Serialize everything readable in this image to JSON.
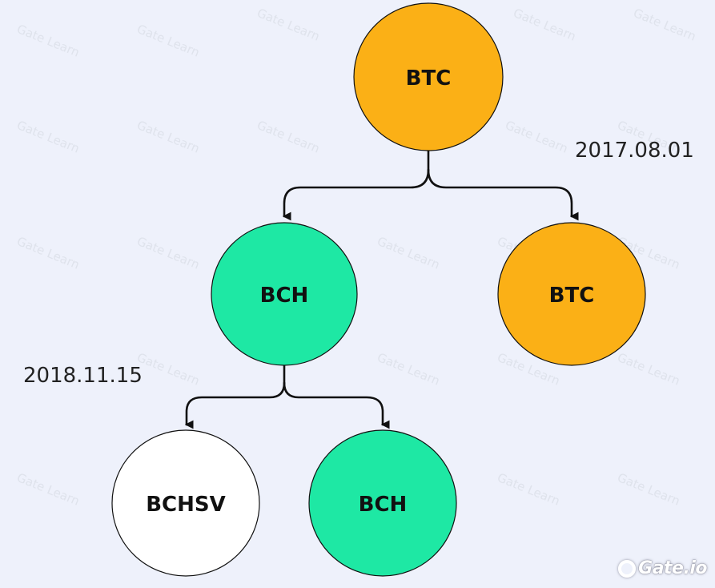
{
  "colors": {
    "background": "#eef1fb",
    "btc": "#fbb016",
    "bch": "#1ee8a4",
    "bsv": "#ffffff",
    "edge": "#111111"
  },
  "watermark": {
    "text": "Gate Learn"
  },
  "brand": {
    "text": "Gate.io",
    "icon": "gate-logo-icon"
  },
  "nodes": {
    "root": {
      "label": "BTC",
      "color_key": "btc"
    },
    "fork1_bch": {
      "label": "BCH",
      "color_key": "bch"
    },
    "fork1_btc": {
      "label": "BTC",
      "color_key": "btc"
    },
    "fork2_bchsv": {
      "label": "BCHSV",
      "color_key": "bsv"
    },
    "fork2_bch": {
      "label": "BCH",
      "color_key": "bch"
    }
  },
  "fork_dates": {
    "first": "2017.08.01",
    "second": "2018.11.15"
  }
}
